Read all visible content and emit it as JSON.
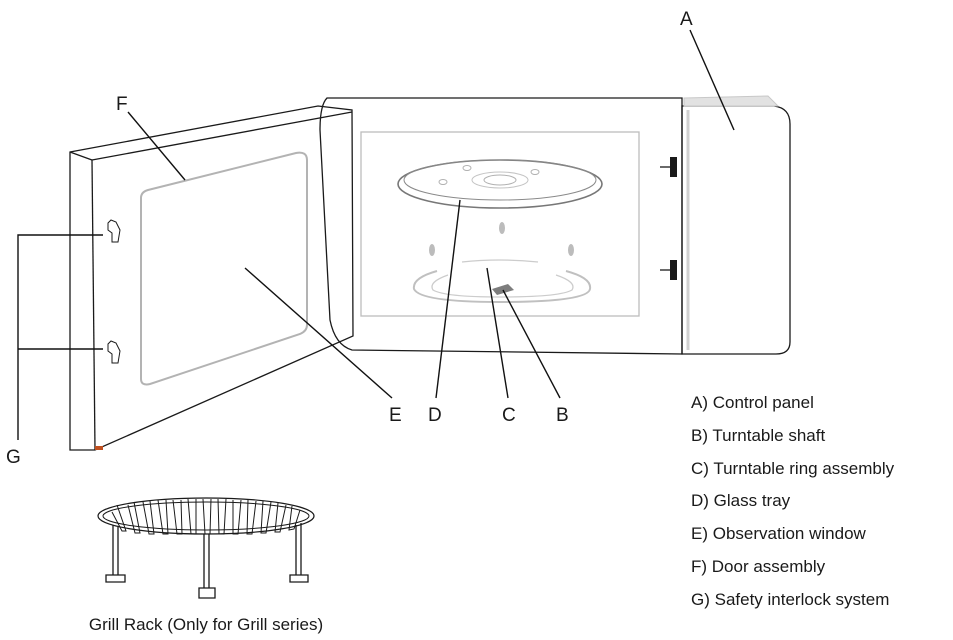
{
  "callouts": {
    "a": "A",
    "b": "B",
    "c": "C",
    "d": "D",
    "e": "E",
    "f": "F",
    "g": "G"
  },
  "legend": [
    "A) Control panel",
    "B) Turntable shaft",
    "C) Turntable ring assembly",
    "D) Glass tray",
    "E) Observation window",
    "F) Door assembly",
    "G) Safety interlock system"
  ],
  "caption": "Grill Rack (Only for Grill series)"
}
